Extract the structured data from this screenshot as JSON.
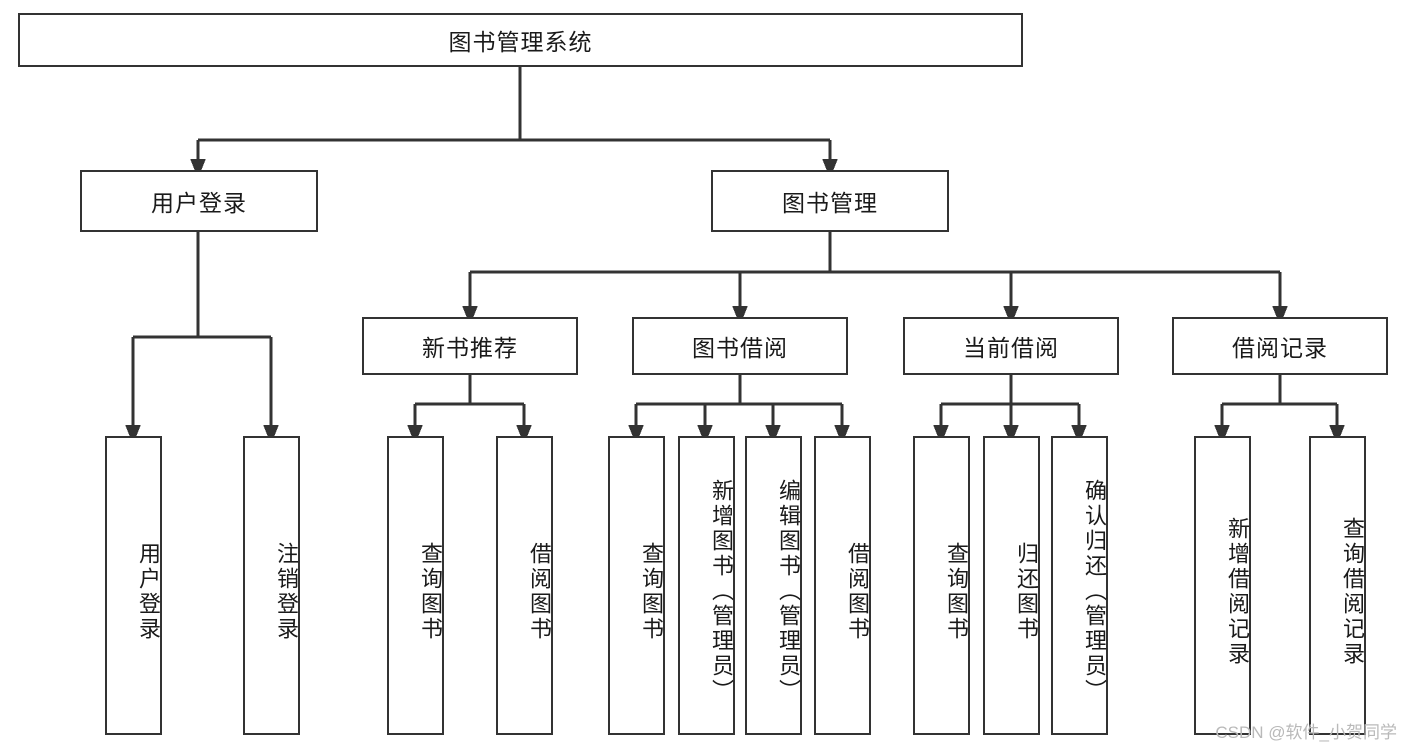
{
  "diagram": {
    "type": "tree",
    "title": "图书管理系统",
    "watermark": "CSDN @软件_小贺同学",
    "colors": {
      "box_border": "#333333",
      "box_fill": "#ffffff",
      "connector": "#333333",
      "text": "#1a1a1a",
      "watermark": "#b9b9b9"
    },
    "nodes": {
      "root": {
        "label": "图书管理系统"
      },
      "level2": [
        {
          "label": "用户登录"
        },
        {
          "label": "图书管理"
        }
      ],
      "level3": [
        {
          "label": "新书推荐"
        },
        {
          "label": "图书借阅"
        },
        {
          "label": "当前借阅"
        },
        {
          "label": "借阅记录"
        }
      ],
      "leaves_user_login": [
        {
          "label": "用户登录"
        },
        {
          "label": "注销登录"
        }
      ],
      "leaves_new_book": [
        {
          "label": "查询图书"
        },
        {
          "label": "借阅图书"
        }
      ],
      "leaves_borrow": [
        {
          "label": "查询图书"
        },
        {
          "label": "新增图书（管理员）"
        },
        {
          "label": "编辑图书（管理员）"
        },
        {
          "label": "借阅图书"
        }
      ],
      "leaves_current": [
        {
          "label": "查询图书"
        },
        {
          "label": "归还图书"
        },
        {
          "label": "确认归还（管理员）"
        }
      ],
      "leaves_records": [
        {
          "label": "新增借阅记录"
        },
        {
          "label": "查询借阅记录"
        }
      ]
    }
  }
}
